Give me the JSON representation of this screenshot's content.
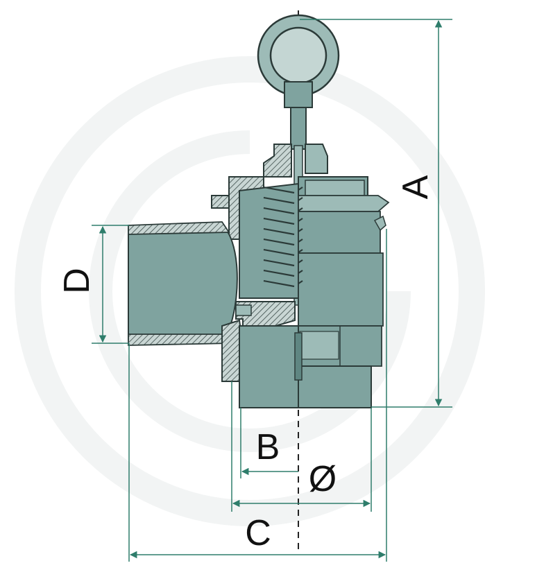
{
  "labels": {
    "a": "A",
    "b": "B",
    "c": "C",
    "d": "D",
    "dia": "Ø"
  },
  "colors": {
    "dimension_line": "#2e7d6b",
    "body_fill": "#7fa39f",
    "body_fill_light": "#9dbbb7",
    "body_fill_dark": "#5f8682",
    "outline": "#2b3a38",
    "hatch": "#3a4a48",
    "spring": "#2b3a38",
    "watermark": "#f2f4f4",
    "centerline": "#222222",
    "label_text": "#111111"
  },
  "icons": {
    "watermark": "brand-logo-watermark"
  }
}
